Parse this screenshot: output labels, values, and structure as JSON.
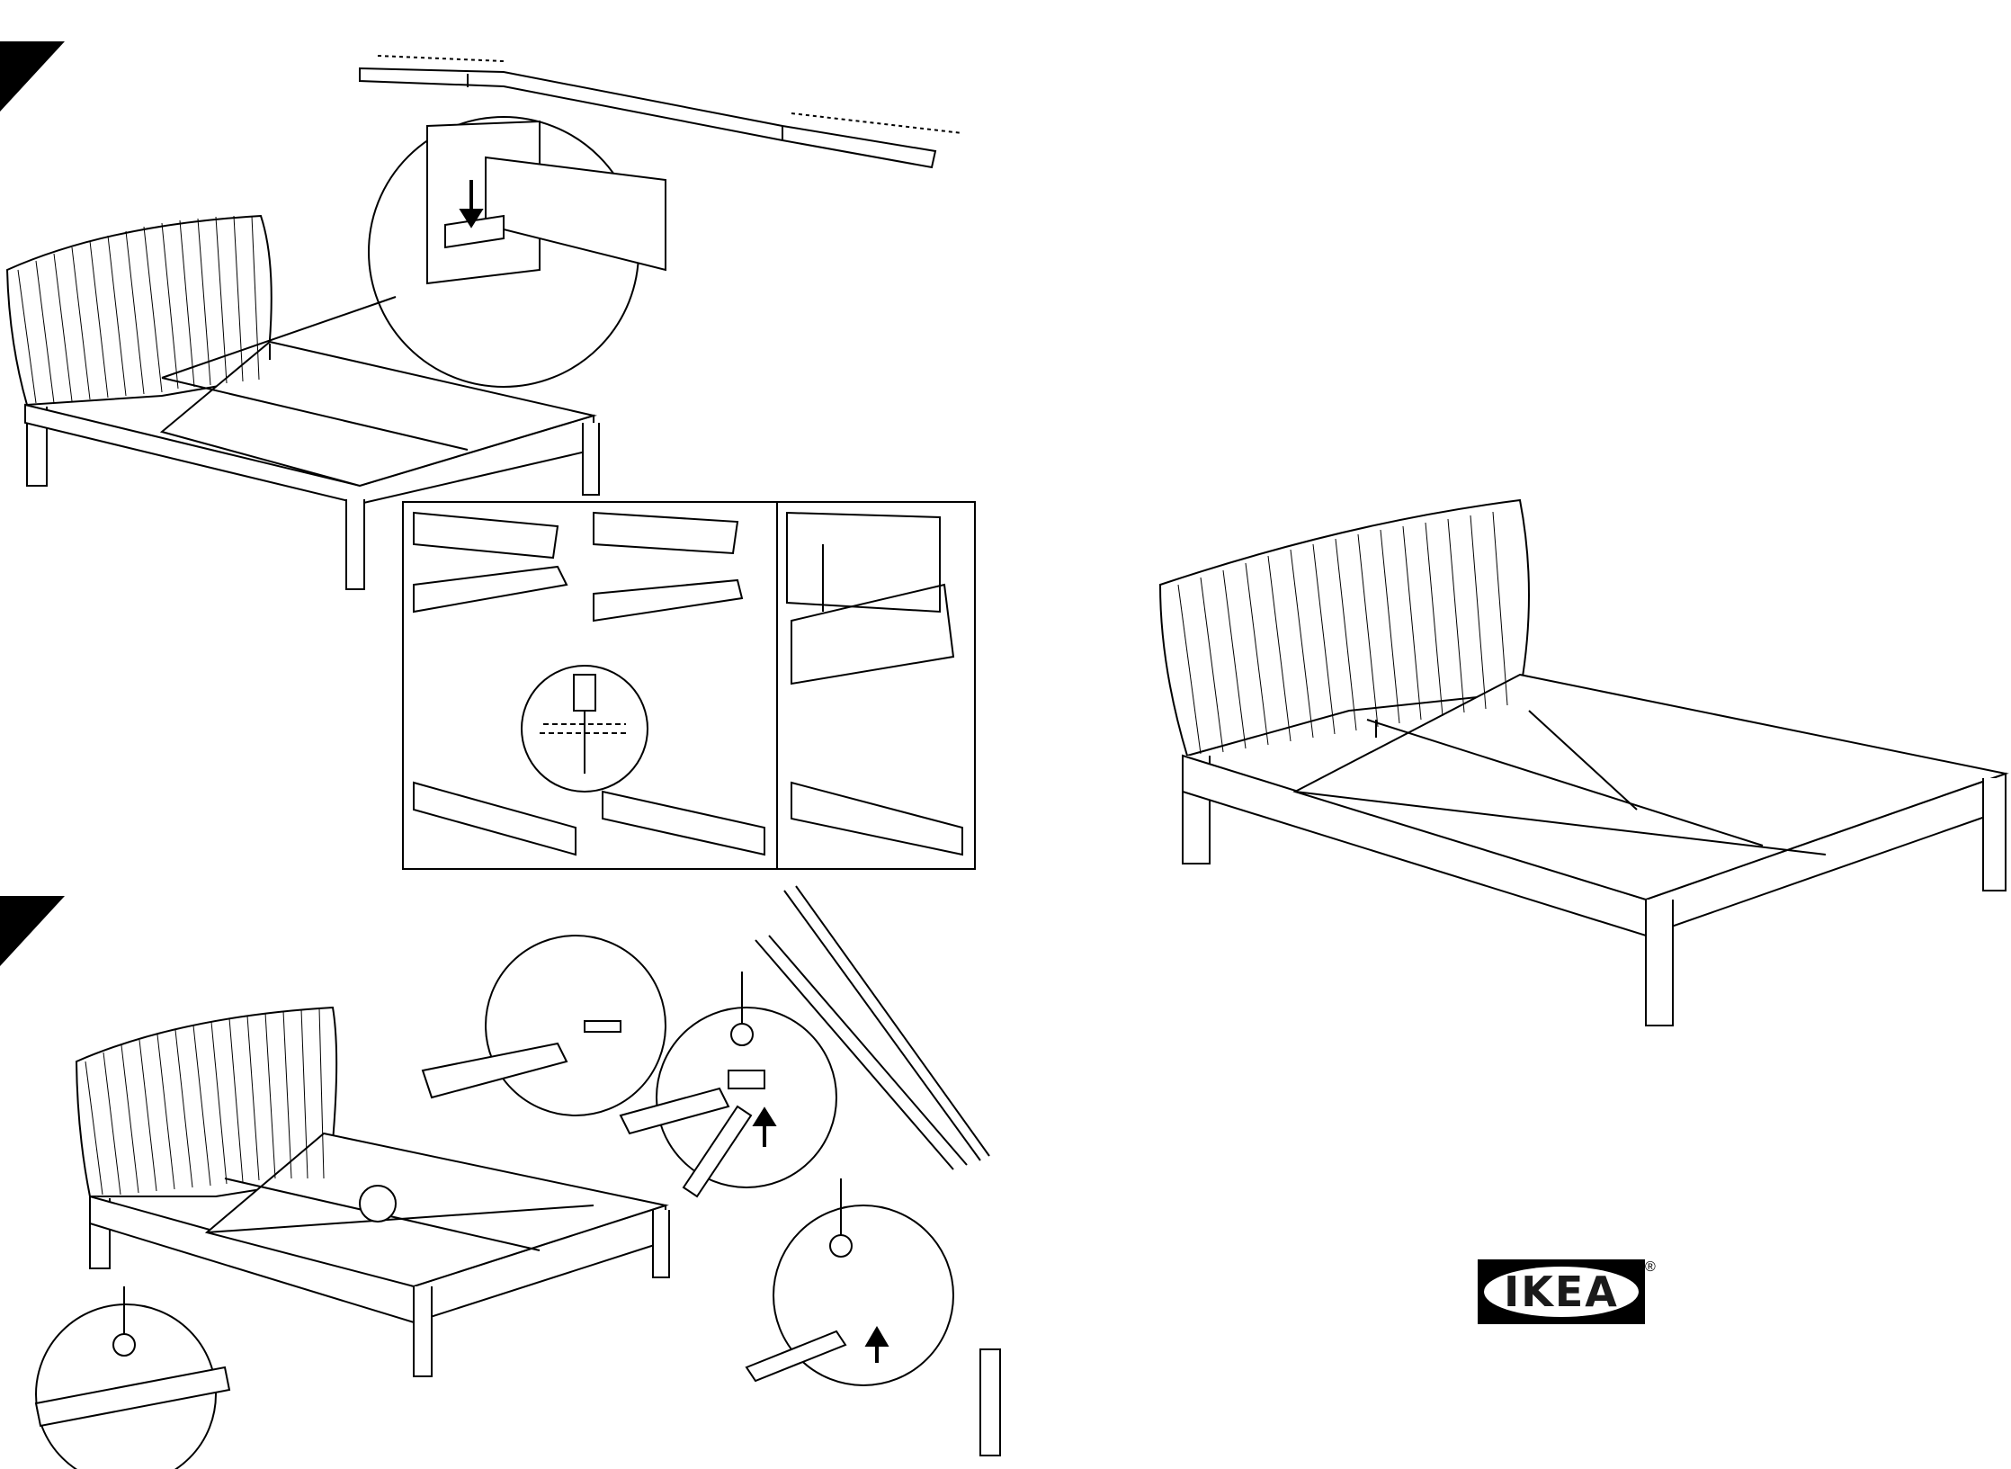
{
  "document": {
    "brand": "IKEA",
    "registered_mark": "®",
    "steps": [
      {
        "panel": "step-a",
        "description": ""
      },
      {
        "panel": "step-b",
        "description": ""
      }
    ],
    "detail_inset": {
      "sections": 2
    },
    "colors": {
      "ink": "#000000",
      "paper": "#ffffff",
      "logo_ink": "#1a1a1a"
    }
  }
}
